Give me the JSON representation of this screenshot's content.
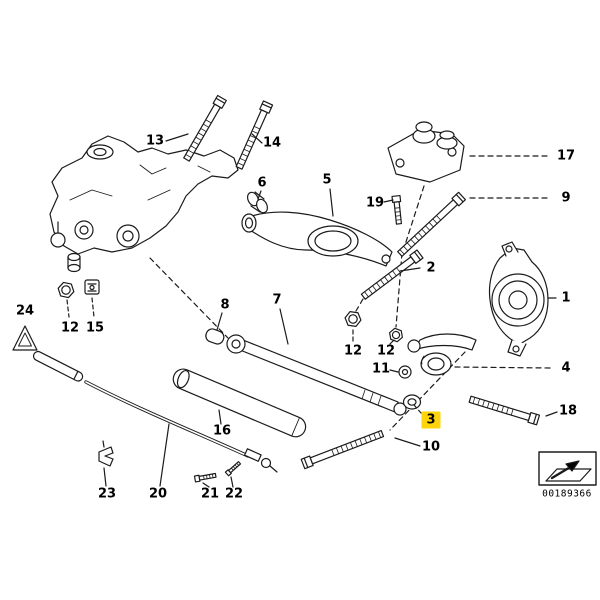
{
  "diagram": {
    "image_code": "00189366",
    "highlight_color": "#FFD40A",
    "highlighted_callout": "3",
    "icons": {
      "warning_triangle": "triangle-outline",
      "brand_arrow": "up-right-arrow"
    },
    "callouts": {
      "n1": "1",
      "n2": "2",
      "n3": "3",
      "n4": "4",
      "n5": "5",
      "n6": "6",
      "n7": "7",
      "n8": "8",
      "n9": "9",
      "n10": "10",
      "n11": "11",
      "n12": "12",
      "n13": "13",
      "n14": "14",
      "n15": "15",
      "n16": "16",
      "n17": "17",
      "n18": "18",
      "n19": "19",
      "n20": "20",
      "n21": "21",
      "n22": "22",
      "n23": "23",
      "n24": "24"
    }
  }
}
